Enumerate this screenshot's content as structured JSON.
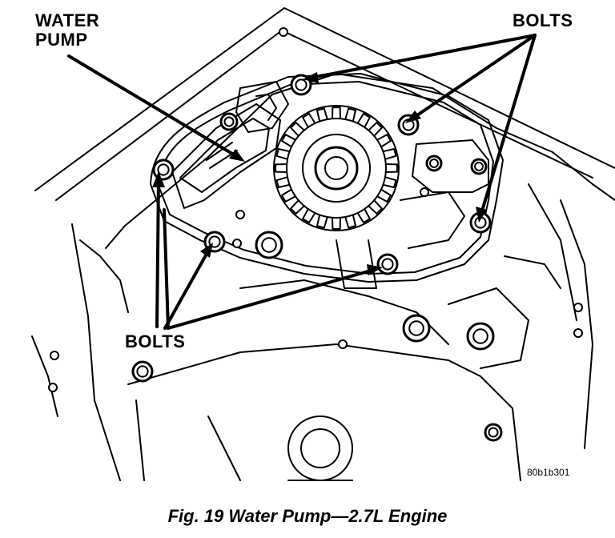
{
  "labels": {
    "water_pump": "WATER\nPUMP",
    "bolts_top": "BOLTS",
    "bolts_bottom": "BOLTS",
    "figure_code": "80b1b301"
  },
  "caption": "Fig. 19 Water Pump—2.7L Engine",
  "colors": {
    "ink": "#000000",
    "paper": "#ffffff"
  }
}
